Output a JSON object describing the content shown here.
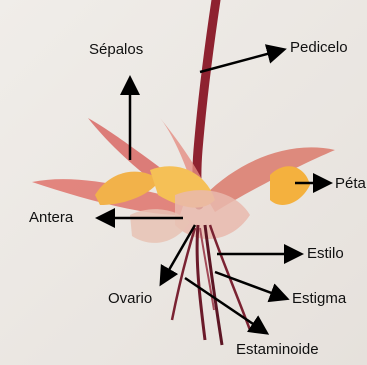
{
  "labels": {
    "sepalos": "Sépalos",
    "pedicelo": "Pedicelo",
    "petalo": "Péta",
    "antera": "Antera",
    "estilo": "Estilo",
    "ovario": "Ovario",
    "estigma": "Estigma",
    "estaminoide": "Estaminoide"
  },
  "colors": {
    "background": "#ece8e3",
    "pedicel": "#8e2230",
    "sepal": "#d96b66",
    "petal": "#f1b24a",
    "arrow": "#000000"
  }
}
